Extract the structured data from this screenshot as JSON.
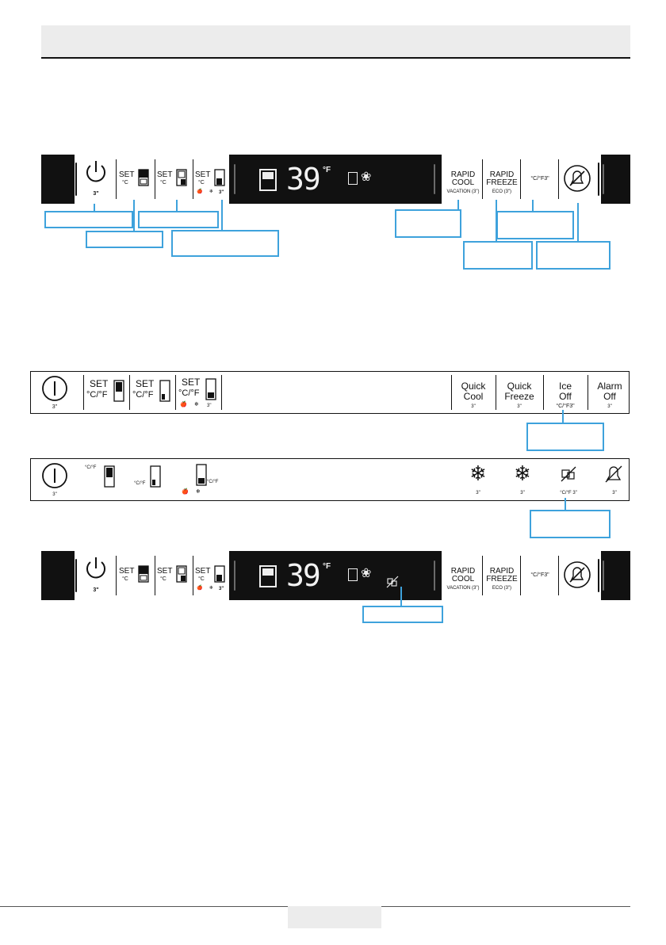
{
  "panel1": {
    "power_duration": "3\"",
    "set1": {
      "label": "SET",
      "unit": "°C"
    },
    "set2": {
      "label": "SET",
      "unit": "°C"
    },
    "set3": {
      "label": "SET",
      "unit": "°C",
      "duration": "3\""
    },
    "display_temp": "39",
    "display_unit": "°F",
    "rapid_cool": {
      "line1": "RAPID",
      "line2": "COOL",
      "sub": "VACATION (3\")"
    },
    "rapid_freeze": {
      "line1": "RAPID",
      "line2": "FREEZE",
      "sub": "ECO (3\")"
    },
    "unit_toggle": "°C/°F3\""
  },
  "panel2": {
    "power_duration": "3\"",
    "set1": {
      "label": "SET",
      "unit": "°C/°F"
    },
    "set2": {
      "label": "SET",
      "unit": "°C/°F"
    },
    "set3": {
      "label": "SET",
      "unit": "°C/°F",
      "duration": "3\""
    },
    "quick_cool": {
      "line1": "Quick",
      "line2": "Cool",
      "sub": "3\""
    },
    "quick_freeze": {
      "line1": "Quick",
      "line2": "Freeze",
      "sub": "3\""
    },
    "ice_off": {
      "line1": "Ice",
      "line2": "Off",
      "sub": "°C/°F3\""
    },
    "alarm_off": {
      "line1": "Alarm",
      "line2": "Off",
      "sub": "3\""
    }
  },
  "panel3": {
    "power_duration": "3\"",
    "unit1": "°C/°F",
    "unit2": "°C/°F",
    "unit3": "°C/°F",
    "snow1_duration": "3\"",
    "snow2_duration": "3\"",
    "ice_sub": "°C/°F 3\"",
    "alarm_duration": "3\""
  },
  "panel4": {
    "power_duration": "3\"",
    "set1": {
      "label": "SET",
      "unit": "°C"
    },
    "set2": {
      "label": "SET",
      "unit": "°C"
    },
    "set3": {
      "label": "SET",
      "unit": "°C",
      "duration": "3\""
    },
    "display_temp": "39",
    "display_unit": "°F",
    "rapid_cool": {
      "line1": "RAPID",
      "line2": "COOL",
      "sub": "VACATION (3\")"
    },
    "rapid_freeze": {
      "line1": "RAPID",
      "line2": "FREEZE",
      "sub": "ECO (3\")"
    },
    "unit_toggle": "°C/°F3\""
  },
  "colors": {
    "callout": "#3ea2dc",
    "panel_dark": "#111111",
    "header_bg": "#ececec"
  }
}
